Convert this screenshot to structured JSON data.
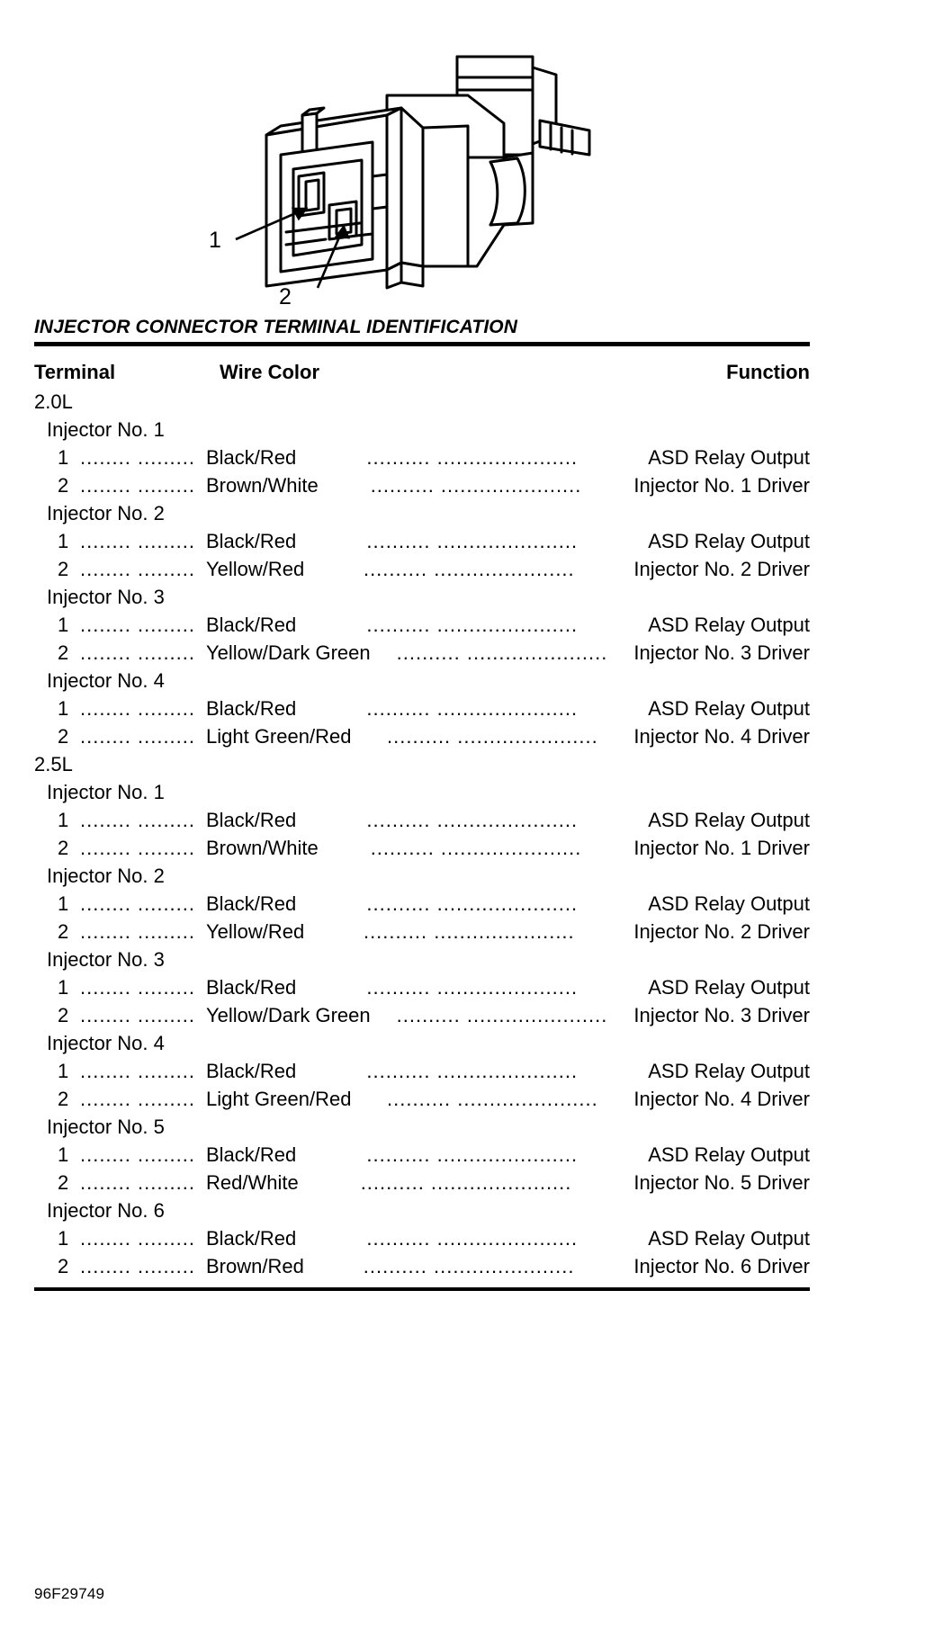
{
  "figure": {
    "name": "fuel-injector-connector-illustration",
    "callouts": [
      {
        "label": "1",
        "terminal": "1"
      },
      {
        "label": "2",
        "terminal": "2"
      }
    ]
  },
  "section": {
    "title": "INJECTOR CONNECTOR TERMINAL IDENTIFICATION"
  },
  "columns": {
    "terminal": "Terminal",
    "wire_color": "Wire Color",
    "function": "Function"
  },
  "leaders": {
    "dots_short": "........ .........",
    "dots_mid": "..................",
    "dots_long": ".......... ......................"
  },
  "engines": [
    {
      "label": "2.0L",
      "injectors": [
        {
          "label": "Injector No. 1",
          "rows": [
            {
              "terminal": "1",
              "wire_color": "Black/Red",
              "function": "ASD Relay Output"
            },
            {
              "terminal": "2",
              "wire_color": "Brown/White",
              "function": "Injector No. 1 Driver"
            }
          ]
        },
        {
          "label": "Injector No. 2",
          "rows": [
            {
              "terminal": "1",
              "wire_color": "Black/Red",
              "function": "ASD Relay Output"
            },
            {
              "terminal": "2",
              "wire_color": "Yellow/Red",
              "function": "Injector No. 2 Driver"
            }
          ]
        },
        {
          "label": "Injector No. 3",
          "rows": [
            {
              "terminal": "1",
              "wire_color": "Black/Red",
              "function": "ASD Relay Output"
            },
            {
              "terminal": "2",
              "wire_color": "Yellow/Dark Green",
              "function": "Injector No. 3 Driver"
            }
          ]
        },
        {
          "label": "Injector No. 4",
          "rows": [
            {
              "terminal": "1",
              "wire_color": "Black/Red",
              "function": "ASD Relay Output"
            },
            {
              "terminal": "2",
              "wire_color": "Light Green/Red",
              "function": "Injector No. 4 Driver"
            }
          ]
        }
      ]
    },
    {
      "label": "2.5L",
      "injectors": [
        {
          "label": "Injector No. 1",
          "rows": [
            {
              "terminal": "1",
              "wire_color": "Black/Red",
              "function": "ASD Relay Output"
            },
            {
              "terminal": "2",
              "wire_color": "Brown/White",
              "function": "Injector No. 1 Driver"
            }
          ]
        },
        {
          "label": "Injector No. 2",
          "rows": [
            {
              "terminal": "1",
              "wire_color": "Black/Red",
              "function": "ASD Relay Output"
            },
            {
              "terminal": "2",
              "wire_color": "Yellow/Red",
              "function": "Injector No. 2 Driver"
            }
          ]
        },
        {
          "label": "Injector No. 3",
          "rows": [
            {
              "terminal": "1",
              "wire_color": "Black/Red",
              "function": "ASD Relay Output"
            },
            {
              "terminal": "2",
              "wire_color": "Yellow/Dark Green",
              "function": "Injector No. 3 Driver"
            }
          ]
        },
        {
          "label": "Injector No. 4",
          "rows": [
            {
              "terminal": "1",
              "wire_color": "Black/Red",
              "function": "ASD Relay Output"
            },
            {
              "terminal": "2",
              "wire_color": "Light Green/Red",
              "function": "Injector No. 4 Driver"
            }
          ]
        },
        {
          "label": "Injector No. 5",
          "rows": [
            {
              "terminal": "1",
              "wire_color": "Black/Red",
              "function": "ASD Relay Output"
            },
            {
              "terminal": "2",
              "wire_color": "Red/White",
              "function": "Injector No. 5 Driver"
            }
          ]
        },
        {
          "label": "Injector No. 6",
          "rows": [
            {
              "terminal": "1",
              "wire_color": "Black/Red",
              "function": "ASD Relay Output"
            },
            {
              "terminal": "2",
              "wire_color": "Brown/Red",
              "function": "Injector No. 6 Driver"
            }
          ]
        }
      ]
    }
  ],
  "footer": {
    "figure_code": "96F29749"
  },
  "colors": {
    "ink": "#000000",
    "page": "#ffffff"
  }
}
